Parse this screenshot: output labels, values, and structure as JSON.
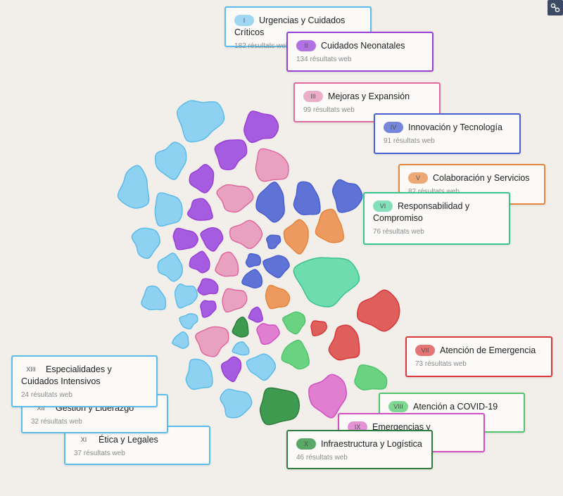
{
  "categories": [
    {
      "id": "c1",
      "num": "I",
      "title": "Urgencias y Cuidados Críticos",
      "count": "182 résultats web",
      "color": "#5cbcea",
      "fill": "#8fd1f1"
    },
    {
      "id": "c2",
      "num": "II",
      "title": "Cuidados Neonatales",
      "count": "134 résultats web",
      "color": "#9b3ed6",
      "fill": "#a55ce0"
    },
    {
      "id": "c3",
      "num": "III",
      "title": "Mejoras y Expansión",
      "count": "99 résultats web",
      "color": "#e06aa0",
      "fill": "#e9a1c0"
    },
    {
      "id": "c4",
      "num": "IV",
      "title": "Innovación y Tecnología",
      "count": "91 résultats web",
      "color": "#4a5fcf",
      "fill": "#5f72d6"
    },
    {
      "id": "c5",
      "num": "V",
      "title": "Colaboración y Servicios",
      "count": "82 résultats web",
      "color": "#e5843c",
      "fill": "#ec9a60"
    },
    {
      "id": "c6",
      "num": "VI",
      "title": "Responsabilidad y Compromiso",
      "count": "76 résultats web",
      "color": "#38c48c",
      "fill": "#6fdcae"
    },
    {
      "id": "c7",
      "num": "VII",
      "title": "Atención de Emergencia",
      "count": "73 résultats web",
      "color": "#d9383a",
      "fill": "#df5f5d"
    },
    {
      "id": "c8",
      "num": "VIII",
      "title": "Atención a COVID-19",
      "count": "",
      "color": "#4fc46b",
      "fill": "#6ad381"
    },
    {
      "id": "c9",
      "num": "IX",
      "title": "Emergencias y Pandemias",
      "count": "",
      "color": "#d24fc2",
      "fill": "#e07fd0"
    },
    {
      "id": "c10",
      "num": "X",
      "title": "Infraestructura y Logística",
      "count": "46 résultats web",
      "color": "#2e7d3e",
      "fill": "#3e9a4f"
    },
    {
      "id": "c11",
      "num": "XI",
      "title": "Ética y Legales",
      "count": "37 résultats web",
      "color": "#5cbcea",
      "fill": "#8fd1f1"
    },
    {
      "id": "c12",
      "num": "XII",
      "title": "Gestión y Liderazgo",
      "count": "32 résultats web",
      "color": "#5cbcea",
      "fill": "#8fd1f1"
    },
    {
      "id": "c13",
      "num": "XIII",
      "title": "Especialidades y Cuidados Intensivos",
      "count": "24 résultats web",
      "color": "#5cbcea",
      "fill": "#8fd1f1"
    }
  ]
}
